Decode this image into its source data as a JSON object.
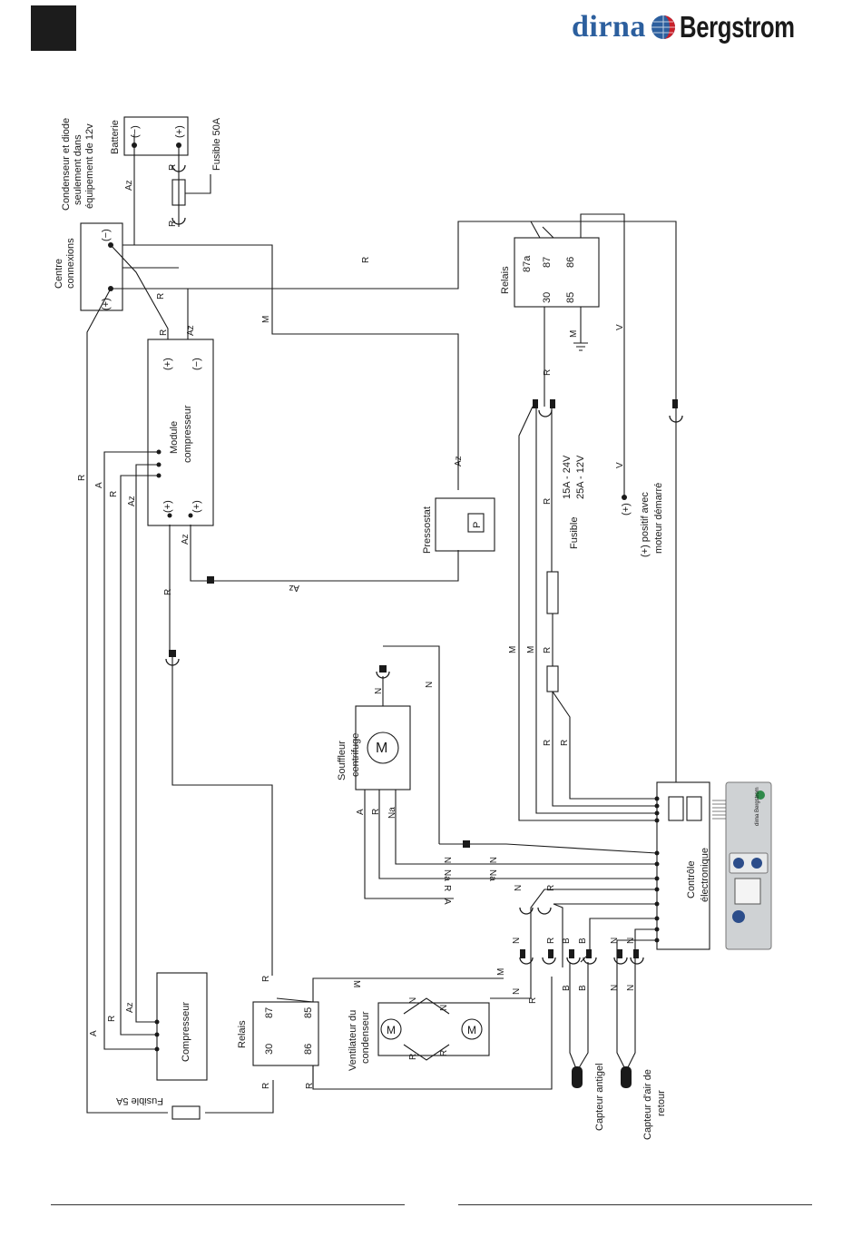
{
  "brand": {
    "part1": "dirna",
    "part2": "Bergstrom"
  },
  "labels": {
    "condenser_diode": [
      "Condenseur et diode",
      "seulement dans",
      "équipement de 12v"
    ],
    "batterie": "Batterie",
    "fusible_50a": "Fusible 50A",
    "centre": [
      "Centre",
      "connexions"
    ],
    "module": [
      "Module",
      "compresseur"
    ],
    "relais_top": "Relais",
    "pressostat": "Pressostat",
    "fusible_ctrl": "Fusible",
    "fuse_15": "15A - 24V",
    "fuse_25": "25A - 12V",
    "positif": [
      "(+)",
      "(+) positif avec",
      "moteur démarré"
    ],
    "souffleur": [
      "Souffleur",
      "centrifuge"
    ],
    "controle": [
      "Contrôle",
      "électronique"
    ],
    "compresseur": "Compresseur",
    "relais_bottom": "Relais",
    "ventilateur": [
      "Ventilateur du",
      "condenseur"
    ],
    "fusible_5a": "Fusible 5A",
    "capteur_antigel": "Capteur antigel",
    "capteur_air": [
      "Capteur d'air de",
      "retour"
    ]
  },
  "terminals": {
    "minus": "(−)",
    "plus": "(+)",
    "r87a": "87a",
    "r87": "87",
    "r86": "86",
    "r30": "30",
    "r85": "85",
    "p": "P",
    "m": "M"
  },
  "wires": {
    "R": "R",
    "Az": "Az",
    "M": "M",
    "V": "V",
    "A": "A",
    "N": "N",
    "Na": "Na",
    "B": "B"
  },
  "panel": {
    "brand": "dirna Bergstrom"
  }
}
